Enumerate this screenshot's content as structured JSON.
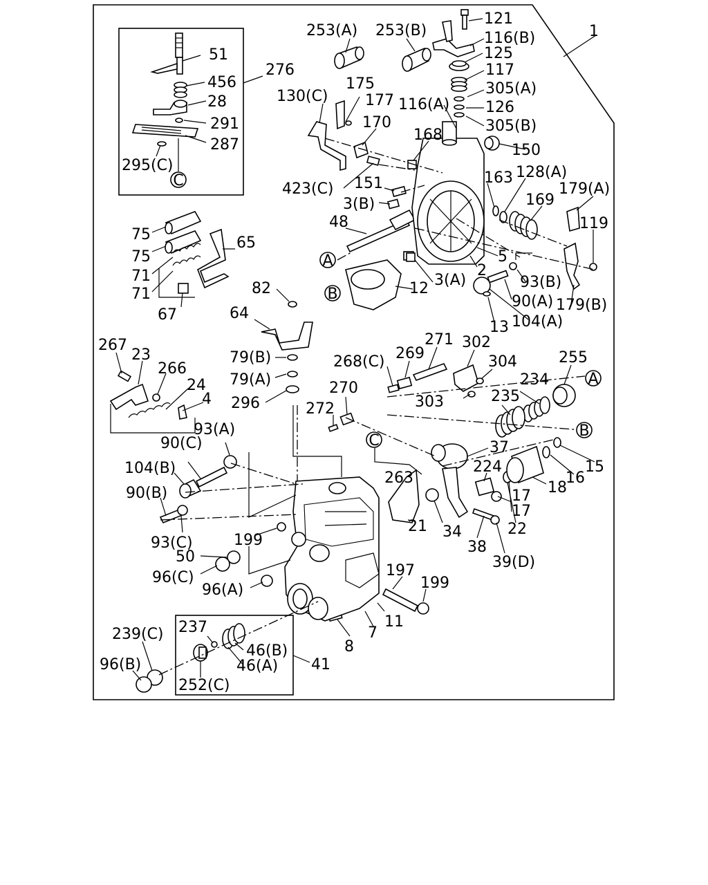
{
  "diagram": {
    "callouts": {
      "c1": "1",
      "c121": "121",
      "c116b": "116(B)",
      "c125": "125",
      "c117": "117",
      "c305a": "305(A)",
      "c126": "126",
      "c305b": "305(B)",
      "c150": "150",
      "c253a": "253(A)",
      "c253b": "253(B)",
      "c130c": "130(C)",
      "c175": "175",
      "c177": "177",
      "c116a": "116(A)",
      "c170": "170",
      "c168": "168",
      "c163": "163",
      "c128a": "128(A)",
      "c169": "169",
      "c179a": "179(A)",
      "c119": "119",
      "c423c": "423(C)",
      "c151": "151",
      "c3b": "3(B)",
      "c48": "48",
      "c5": "5",
      "c2": "2",
      "c3a": "3(A)",
      "c12": "12",
      "c93b": "93(B)",
      "c90a": "90(A)",
      "c179b": "179(B)",
      "c13": "13",
      "c104a": "104(A)",
      "c276": "276",
      "c51": "51",
      "c456": "456",
      "c28": "28",
      "c291": "291",
      "c287": "287",
      "c295c": "295(C)",
      "c75a": "75",
      "c75b": "75",
      "c71a": "71",
      "c71b": "71",
      "c65": "65",
      "c67": "67",
      "c82": "82",
      "c64": "64",
      "c79b": "79(B)",
      "c79a": "79(A)",
      "c296": "296",
      "c267": "267",
      "c23": "23",
      "c266": "266",
      "c24": "24",
      "c4": "4",
      "c268c": "268(C)",
      "c269": "269",
      "c271": "271",
      "c302": "302",
      "c304": "304",
      "c303": "303",
      "c255": "255",
      "c270": "270",
      "c272": "272",
      "c235": "235",
      "c234": "234",
      "c37": "37",
      "c93a": "93(A)",
      "c90c": "90(C)",
      "c104b": "104(B)",
      "c90b": "90(B)",
      "c93c": "93(C)",
      "c263": "263",
      "c224": "224",
      "c17a": "17",
      "c18": "18",
      "c16": "16",
      "c15": "15",
      "c17b": "17",
      "c22": "22",
      "c21": "21",
      "c34": "34",
      "c38": "38",
      "c39d": "39(D)",
      "c199a": "199",
      "c50": "50",
      "c96c": "96(C)",
      "c96a": "96(A)",
      "c197": "197",
      "c199b": "199",
      "c11": "11",
      "c7": "7",
      "c8": "8",
      "c237": "237",
      "c46b": "46(B)",
      "c46a": "46(A)",
      "c41": "41",
      "c239c": "239(C)",
      "c96b": "96(B)",
      "c252c": "252(C)"
    },
    "refs": {
      "a_left": "A",
      "b_left": "B",
      "c_inset": "C",
      "c_mid": "C",
      "a_right": "A",
      "b_right": "B"
    }
  }
}
